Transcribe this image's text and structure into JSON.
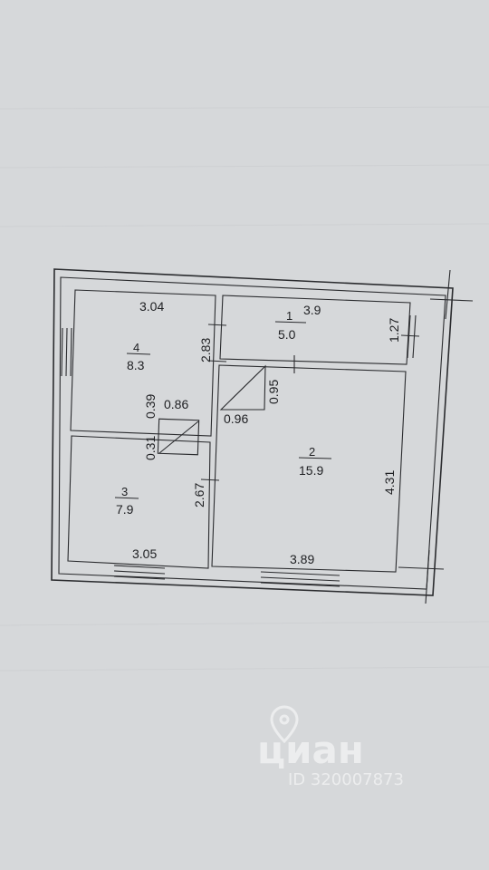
{
  "floor_plan": {
    "rooms": [
      {
        "number": "1",
        "area": "5.0",
        "dims": [
          "3.9",
          "1.27"
        ]
      },
      {
        "number": "2",
        "area": "15.9",
        "dims": [
          "3.89",
          "4.31"
        ]
      },
      {
        "number": "3",
        "area": "7.9",
        "dims": [
          "3.05",
          "2.67"
        ]
      },
      {
        "number": "4",
        "area": "8.3",
        "dims": [
          "3.04",
          "2.83"
        ]
      }
    ],
    "dimension_labels": {
      "room4_top": "3.04",
      "room4_side": "2.83",
      "room1_top": "3.9",
      "room1_side": "1.27",
      "stair_width": "0.86",
      "stair_gap_top": "0.39",
      "stair_gap_bottom": "0.31",
      "stair2_height": "0.95",
      "stair2_width": "0.96",
      "room2_side": "4.31",
      "room2_bottom": "3.89",
      "room3_bottom": "3.05",
      "room3_side": "2.67"
    }
  },
  "watermark": {
    "brand": "циан",
    "listing_id": "ID 320007873"
  },
  "colors": {
    "paper": "#d6d8da",
    "ink": "#2a2b2e",
    "watermark": "#ffffff"
  }
}
